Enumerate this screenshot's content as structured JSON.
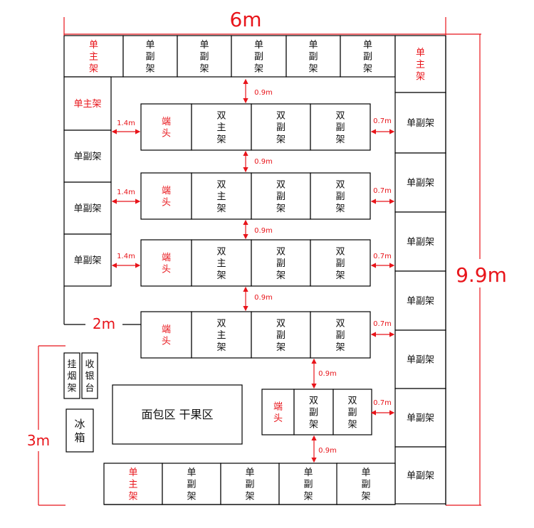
{
  "labels": {
    "single_main": "单主架",
    "single_sub": "单副架",
    "double_main": "双主架",
    "double_sub": "双副架",
    "end_cap": "端头",
    "smoke_rack": "挂烟架",
    "cashier": "收银台",
    "fridge": "冰箱",
    "bakery_zone": "面包区  干果区"
  },
  "dimensions": {
    "width_total": "6m",
    "height_total": "9.9m",
    "left_wall": "2m",
    "front_area": "3m",
    "aisle_gap": "0.9m",
    "left_gap": "1.4m",
    "right_gap": "0.7m"
  },
  "colors": {
    "accent_red": "#e8141a",
    "line_black": "#000000"
  }
}
